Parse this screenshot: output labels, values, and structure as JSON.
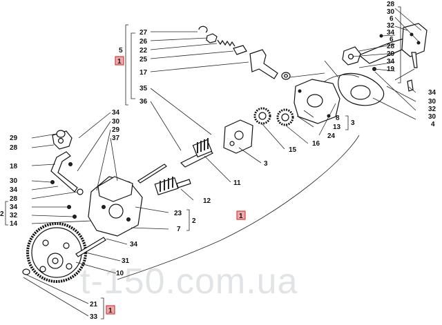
{
  "watermark": "t-150.com.ua",
  "labels": {
    "l27": "27",
    "l26": "26",
    "l22": "22",
    "l25": "25",
    "l17": "17",
    "l5": "5",
    "l35": "35",
    "l36": "36",
    "t28": "28",
    "t30": "30",
    "t6": "6",
    "t32": "32",
    "t34": "34",
    "t6b": "6",
    "t28b": "28",
    "t29": "29",
    "t34b": "34",
    "t19": "19",
    "r34": "34",
    "r30": "30",
    "r32": "32",
    "r30b": "30",
    "r4": "4",
    "m8": "8",
    "m13": "13",
    "m3b": "3",
    "m24": "24",
    "m16": "16",
    "m15": "15",
    "m3": "3",
    "m11": "11",
    "m12": "12",
    "m23": "23",
    "m7": "7",
    "m2b": "2",
    "a34": "34",
    "a30": "30",
    "a29": "29",
    "a37": "37",
    "b29": "29",
    "b28": "28",
    "b18": "18",
    "b30": "30",
    "b34": "34",
    "b28b": "28",
    "b34b": "34",
    "b32": "32",
    "b14": "14",
    "b2": "2",
    "c34": "34",
    "c31": "31",
    "c10": "10",
    "c21": "21",
    "c33": "33"
  },
  "refs": {
    "top": "1",
    "mid": "1",
    "bottom": "1"
  }
}
